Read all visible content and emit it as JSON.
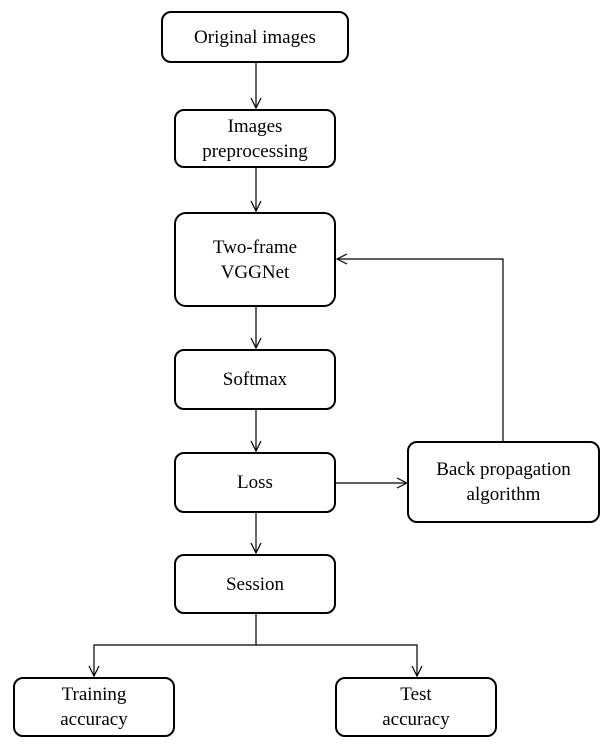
{
  "diagram": {
    "nodes": {
      "original_images": "Original images",
      "images_preprocessing": "Images\npreprocessing",
      "vggnet": "Two-frame\nVGGNet",
      "softmax": "Softmax",
      "loss": "Loss",
      "backprop": "Back propagation\nalgorithm",
      "session": "Session",
      "training_accuracy": "Training\naccuracy",
      "test_accuracy": "Test\naccuracy"
    },
    "edges": [
      {
        "from": "original_images",
        "to": "images_preprocessing"
      },
      {
        "from": "images_preprocessing",
        "to": "vggnet"
      },
      {
        "from": "vggnet",
        "to": "softmax"
      },
      {
        "from": "softmax",
        "to": "loss"
      },
      {
        "from": "loss",
        "to": "backprop"
      },
      {
        "from": "backprop",
        "to": "vggnet"
      },
      {
        "from": "loss",
        "to": "session"
      },
      {
        "from": "session",
        "to": "training_accuracy"
      },
      {
        "from": "session",
        "to": "test_accuracy"
      }
    ],
    "colors": {
      "stroke": "#000000",
      "fill": "#ffffff"
    }
  }
}
